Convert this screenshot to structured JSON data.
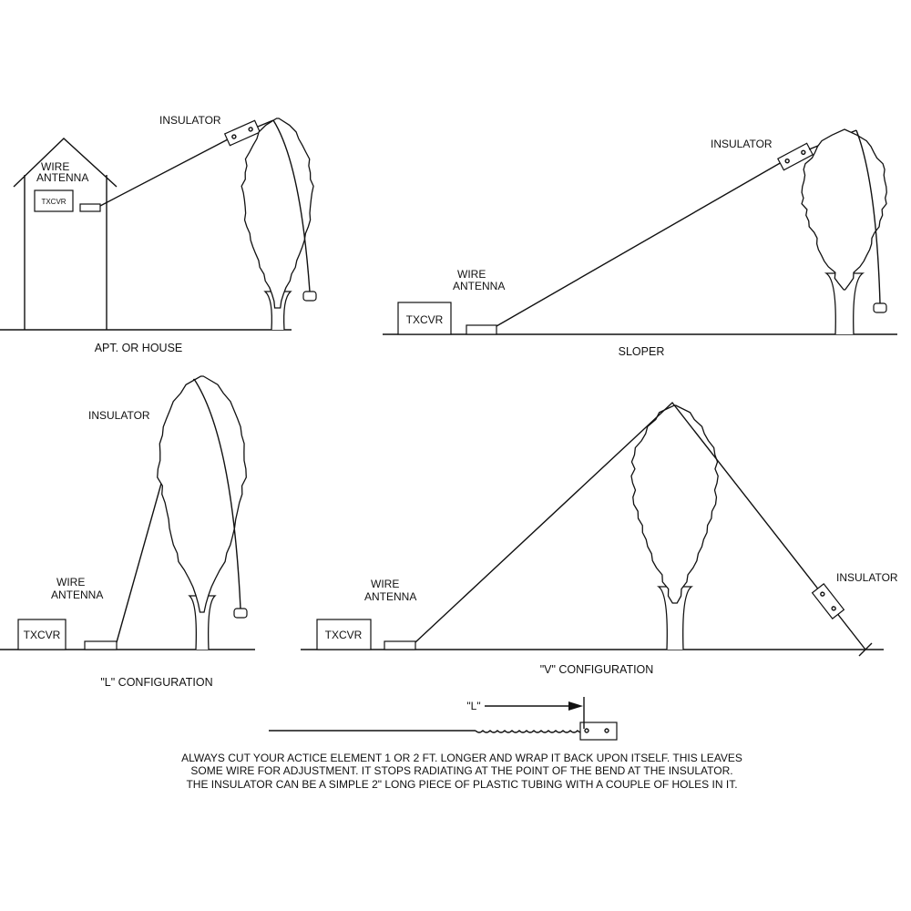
{
  "panels": {
    "house": {
      "insulator": "INSULATOR",
      "wire1": "WIRE",
      "wire2": "ANTENNA",
      "txcvr": "TXCVR",
      "caption": "APT. OR HOUSE"
    },
    "sloper": {
      "insulator": "INSULATOR",
      "wire1": "WIRE",
      "wire2": "ANTENNA",
      "txcvr": "TXCVR",
      "caption": "SLOPER"
    },
    "l_config": {
      "insulator": "INSULATOR",
      "wire1": "WIRE",
      "wire2": "ANTENNA",
      "txcvr": "TXCVR",
      "caption": "\"L\" CONFIGURATION"
    },
    "v_config": {
      "insulator": "INSULATOR",
      "wire1": "WIRE",
      "wire2": "ANTENNA",
      "txcvr": "TXCVR",
      "caption": "\"V\" CONFIGURATION"
    }
  },
  "detail": {
    "length_label": "\"L\"",
    "notes": [
      "ALWAYS CUT YOUR ACTICE ELEMENT 1 OR 2 FT. LONGER AND WRAP IT BACK UPON ITSELF. THIS LEAVES",
      "SOME WIRE FOR ADJUSTMENT. IT STOPS RADIATING AT THE POINT OF THE BEND AT THE INSULATOR.",
      "THE INSULATOR CAN BE A SIMPLE 2\" LONG  PIECE OF PLASTIC TUBING WITH A COUPLE OF HOLES IN IT."
    ]
  }
}
